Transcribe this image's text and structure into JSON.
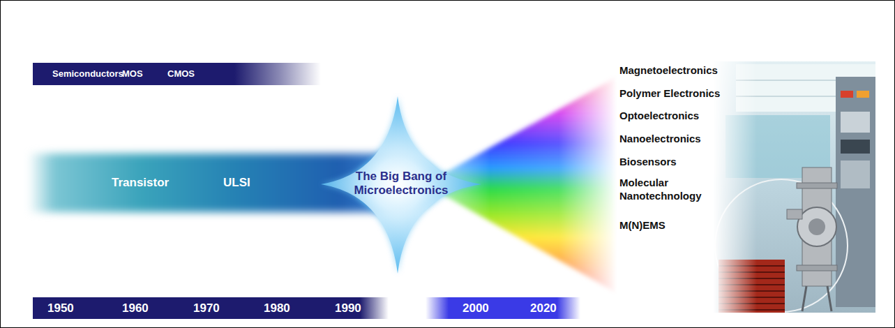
{
  "diagram": {
    "nodes": [
      {
        "text": [
          "Semiconductors",
          "MOS",
          "CMOS"
        ]
      },
      {
        "text": [
          "Transistor",
          "ULSI"
        ]
      },
      {
        "text": [
          "The Big Bang of Microelectronics"
        ]
      },
      {
        "text": [
          "1950",
          "1960",
          "1970",
          "1980",
          "1990"
        ]
      },
      {
        "text": [
          "2000",
          "2020"
        ]
      }
    ],
    "labels": [
      "Magnetoelectronics",
      "Polymer Electronics",
      "Optoelectronics",
      "Nanoelectronics",
      "Biosensors",
      "Molecular Nanotechnology",
      "M(N)EMS"
    ]
  }
}
